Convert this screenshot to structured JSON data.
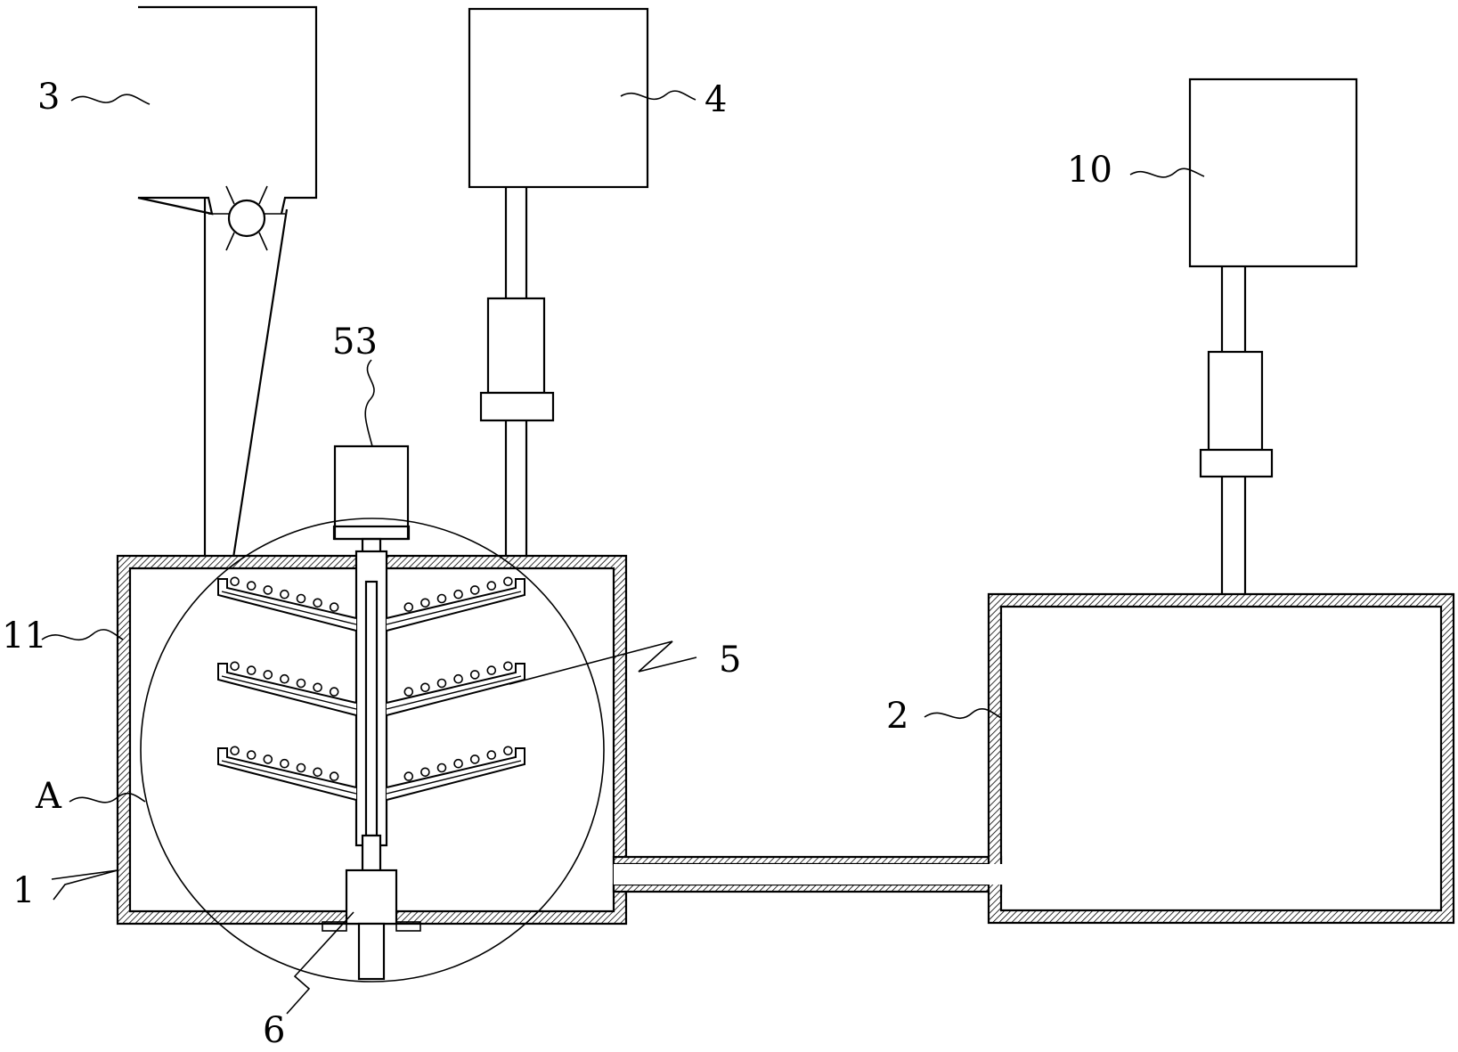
{
  "labels": {
    "l3": "3",
    "l4": "4",
    "l10": "10",
    "l53": "53",
    "l11": "11",
    "l5": "5",
    "l2": "2",
    "lA": "A",
    "l1": "1",
    "l6": "6"
  }
}
